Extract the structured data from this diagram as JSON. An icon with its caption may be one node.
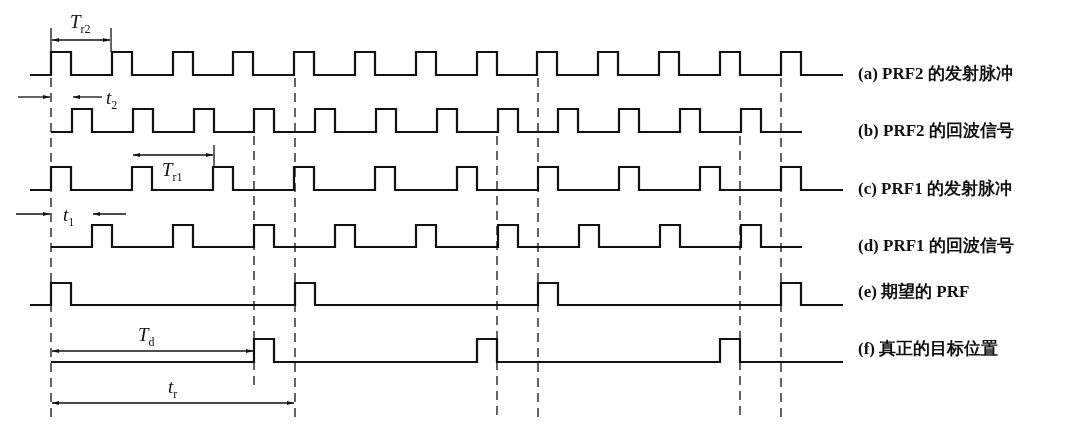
{
  "diagram": {
    "labels": [
      "*T*$_{r2}$",
      "(a) PRF2 的发射脉冲",
      "*t*$_{2}$",
      "(b) PRF2 的回波信号",
      "*T*$_{r1}$",
      "(c) PRF1 的发射脉冲",
      "*t*$_{1}$",
      "(d) PRF1 的回波信号",
      "(e) 期望的 PRF",
      "*T*$_{d}$",
      "(f) 真正的目标位置",
      "*t*$_{r}$"
    ]
  }
}
